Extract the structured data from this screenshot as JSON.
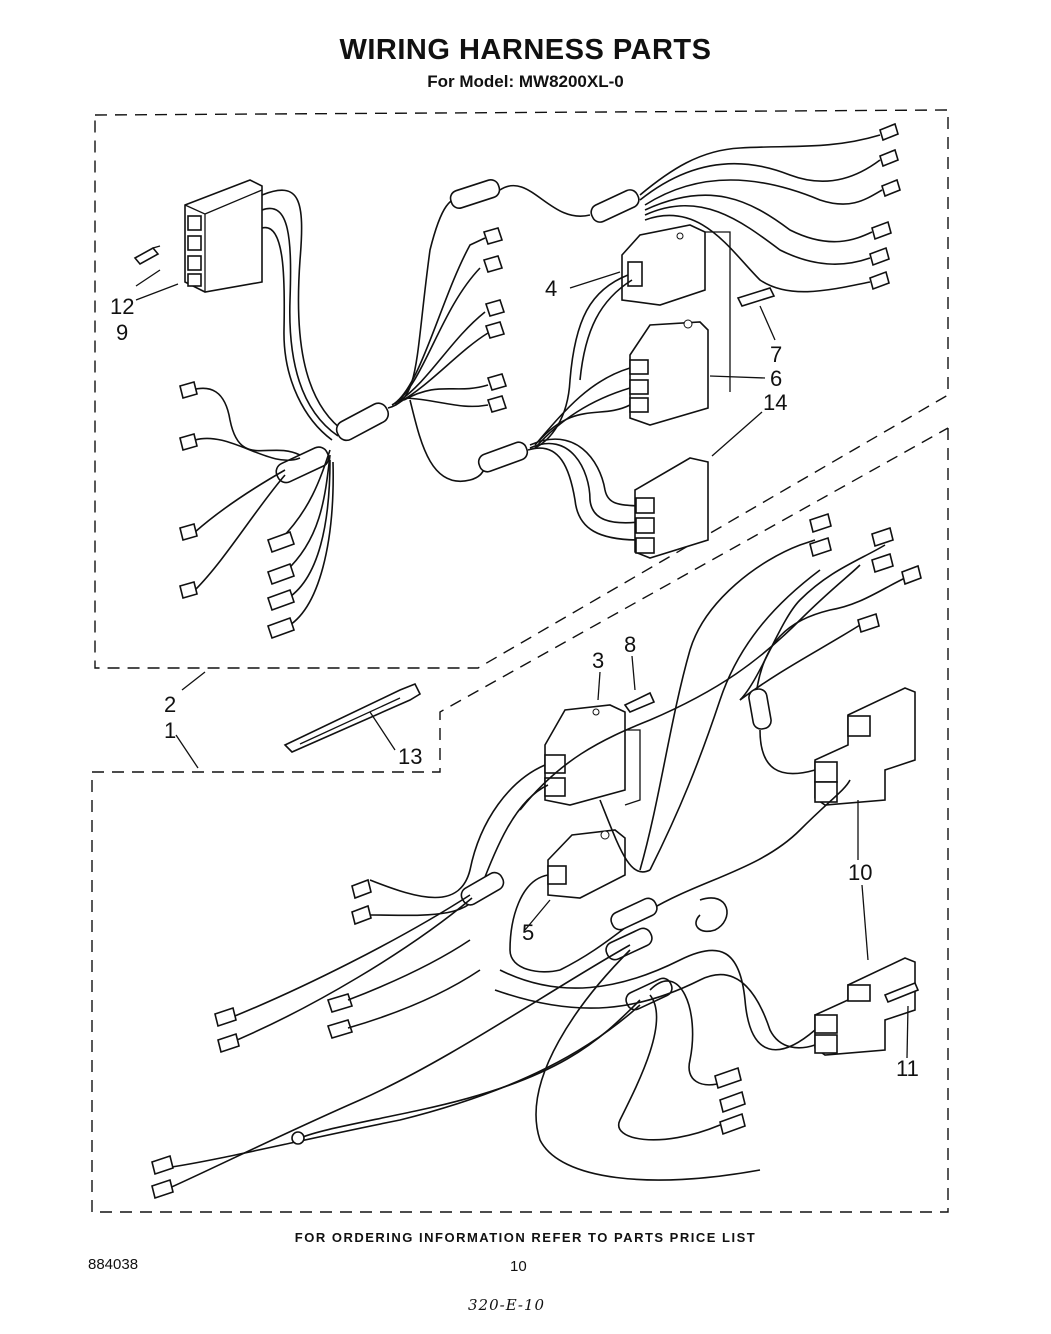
{
  "header": {
    "title": "WIRING HARNESS PARTS",
    "subtitle": "For Model: MW8200XL-0"
  },
  "callouts": {
    "c1": "1",
    "c2": "2",
    "c3": "3",
    "c4": "4",
    "c5": "5",
    "c6": "6",
    "c7": "7",
    "c8": "8",
    "c9": "9",
    "c10": "10",
    "c11": "11",
    "c12": "12",
    "c13": "13",
    "c14": "14"
  },
  "footer": {
    "ordering_note": "FOR ORDERING INFORMATION REFER TO PARTS PRICE LIST",
    "doc_number": "884038",
    "page_number": "10",
    "handwritten_code": "320-E-10"
  }
}
